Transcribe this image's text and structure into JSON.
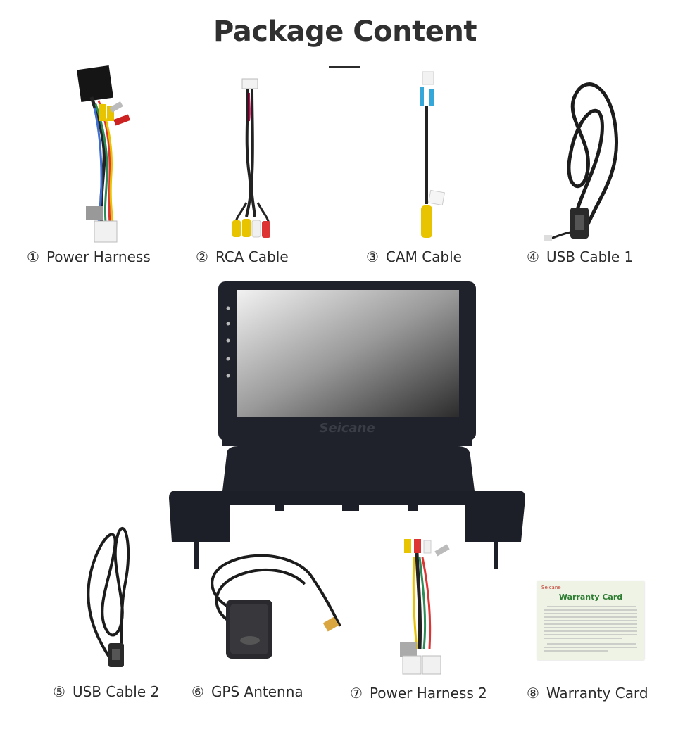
{
  "page": {
    "title": "Package Content"
  },
  "items": [
    {
      "number": "①",
      "label": "Power Harness",
      "icon": "power-harness-icon"
    },
    {
      "number": "②",
      "label": "RCA Cable",
      "icon": "rca-cable-icon"
    },
    {
      "number": "③",
      "label": "CAM Cable",
      "icon": "cam-cable-icon"
    },
    {
      "number": "④",
      "label": "USB Cable 1",
      "icon": "usb-cable-icon"
    },
    {
      "number": "⑤",
      "label": "USB Cable 2",
      "icon": "usb-cable-icon"
    },
    {
      "number": "⑥",
      "label": "GPS Antenna",
      "icon": "gps-antenna-icon"
    },
    {
      "number": "⑦",
      "label": "Power Harness 2",
      "icon": "power-harness-icon"
    },
    {
      "number": "⑧",
      "label": "Warranty Card",
      "icon": "warranty-card-icon"
    }
  ],
  "head_unit": {
    "brand": "Seicane"
  },
  "warranty_card": {
    "brand": "Seicane",
    "title": "Warranty Card"
  },
  "colors": {
    "title": "#303030",
    "card_title": "#2e7d32",
    "card_bg": "#eef3e6",
    "unit_body": "#1f222b"
  }
}
